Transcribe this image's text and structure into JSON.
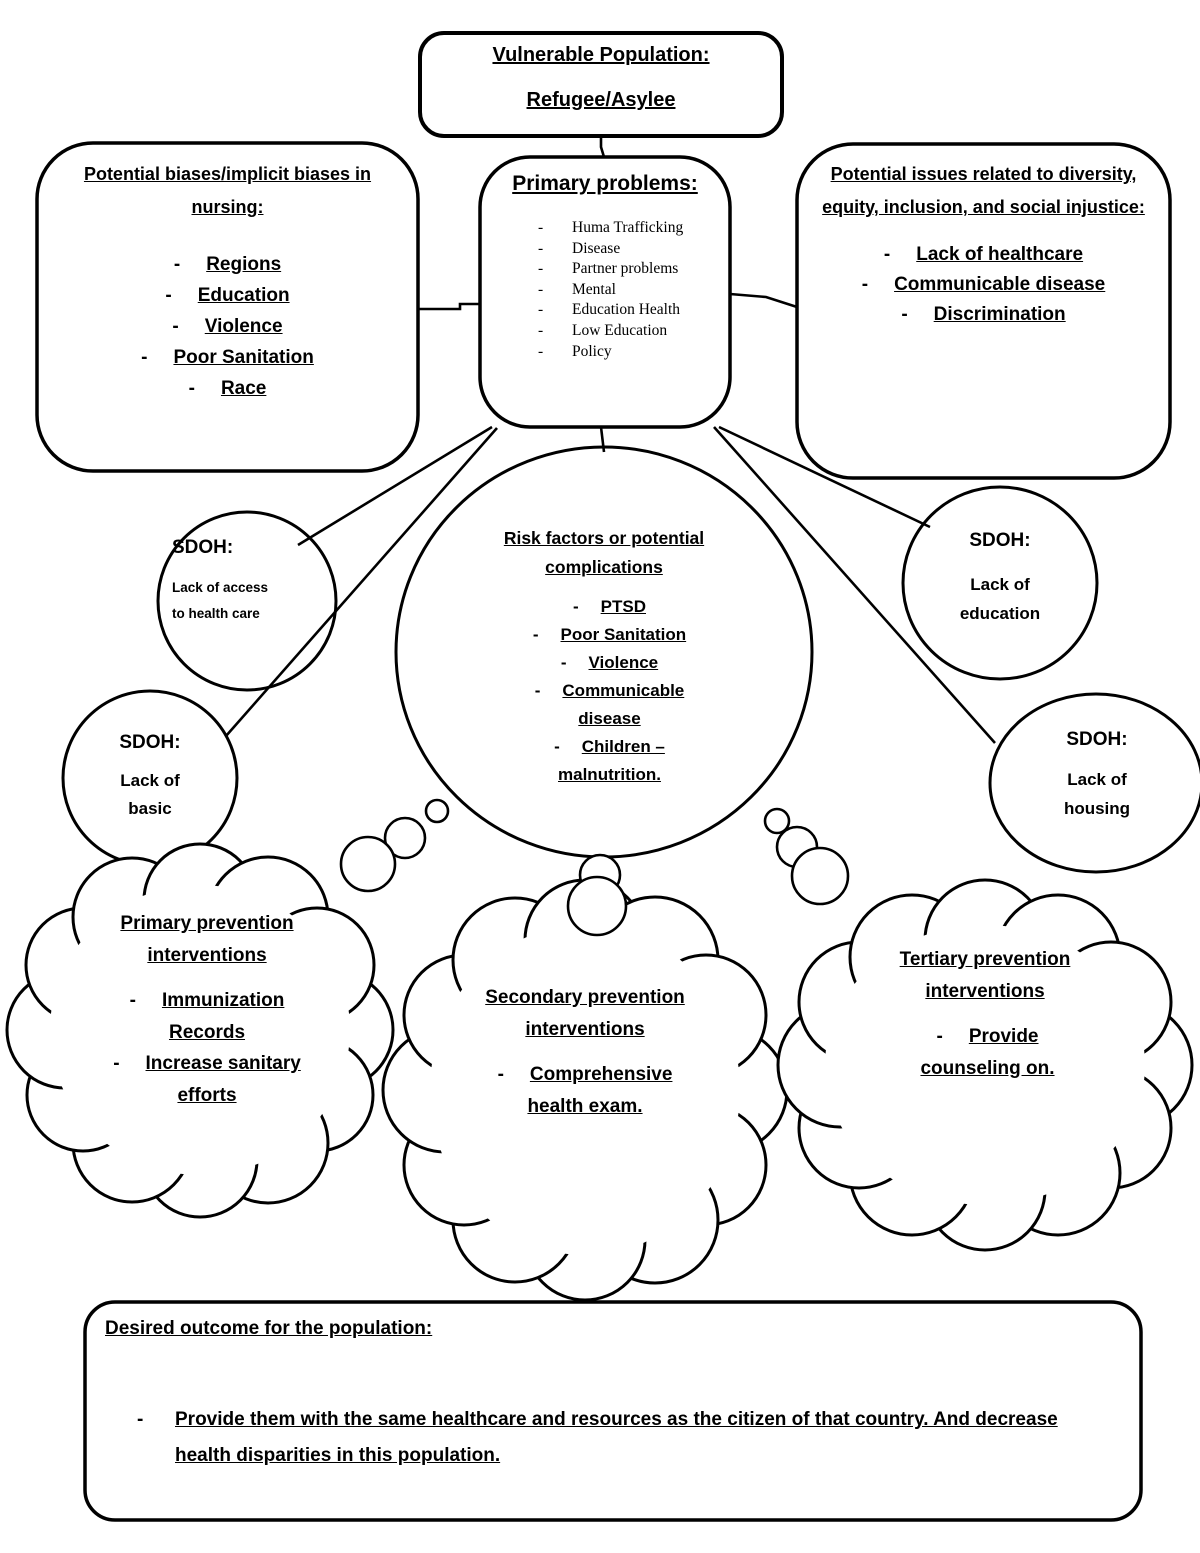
{
  "bullet": "-",
  "top_box": {
    "line1": "Vulnerable Population:",
    "line2": "Refugee/Asylee"
  },
  "left_box": {
    "title": "Potential biases/implicit biases in nursing:",
    "items": [
      "Regions",
      "Education",
      "Violence",
      "Poor Sanitation",
      "Race"
    ]
  },
  "primary_box": {
    "title": "Primary problems:",
    "items": [
      "Huma Trafficking",
      "Disease",
      "Partner problems",
      "Mental",
      "Education Health",
      "Low Education",
      "Policy"
    ]
  },
  "right_box": {
    "title": "Potential issues related to diversity, equity, inclusion, and social injustice:",
    "items": [
      "Lack of healthcare",
      "Communicable disease",
      "Discrimination"
    ]
  },
  "risk_circle": {
    "title": "Risk factors or potential complications",
    "items": [
      "PTSD",
      "Poor Sanitation",
      "Violence",
      "Communicable disease",
      "Children – malnutrition."
    ]
  },
  "sdoh_circles": [
    {
      "heading": "SDOH:",
      "body": "Lack of access to health care"
    },
    {
      "heading": "SDOH:",
      "body": "Lack of basic"
    },
    {
      "heading": "SDOH:",
      "body": "Lack of education"
    },
    {
      "heading": "SDOH:",
      "body": "Lack of housing"
    }
  ],
  "clouds": [
    {
      "title": "Primary prevention interventions",
      "items": [
        "Immunization Records",
        "Increase sanitary efforts"
      ]
    },
    {
      "title": "Secondary prevention interventions",
      "items": [
        "Comprehensive health exam."
      ]
    },
    {
      "title": "Tertiary prevention interventions",
      "items": [
        "Provide counseling on."
      ]
    }
  ],
  "outcome_box": {
    "title": "Desired outcome for the population:",
    "items": [
      "Provide them with the same healthcare and resources as the citizen of that country.  And decrease health disparities in this population."
    ]
  }
}
